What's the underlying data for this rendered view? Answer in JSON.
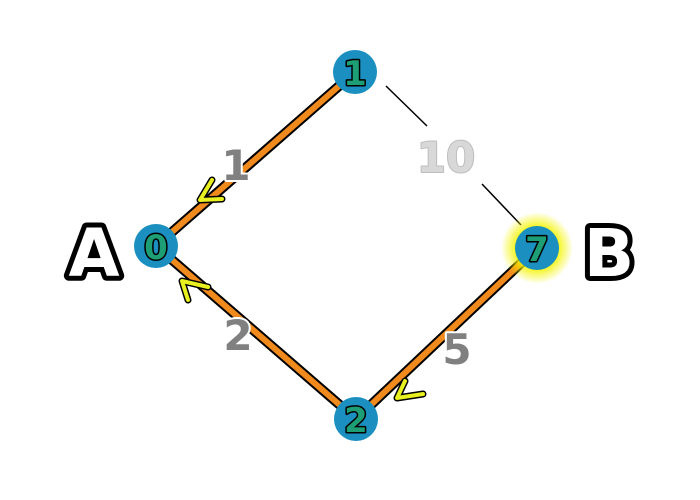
{
  "graph": {
    "labels": {
      "left": "A",
      "right": "B"
    },
    "nodes": [
      {
        "id": "n1",
        "label": "1"
      },
      {
        "id": "n0",
        "label": "0"
      },
      {
        "id": "n2",
        "label": "2"
      },
      {
        "id": "n7",
        "label": "7",
        "highlighted": true
      }
    ],
    "edges": [
      {
        "from": "n1",
        "to": "n0",
        "weight": "1",
        "style": "orange-arrow"
      },
      {
        "from": "n2",
        "to": "n0",
        "weight": "2",
        "style": "orange-arrow"
      },
      {
        "from": "n7",
        "to": "n2",
        "weight": "5",
        "style": "orange-arrow"
      },
      {
        "from": "n1",
        "to": "n7",
        "weight": "10",
        "style": "thin-dim"
      }
    ],
    "colors": {
      "node_fill": "#1b8fc0",
      "edge_orange": "#f08a1c",
      "arrow": "#e8f020",
      "highlight": "#f4f400"
    }
  }
}
